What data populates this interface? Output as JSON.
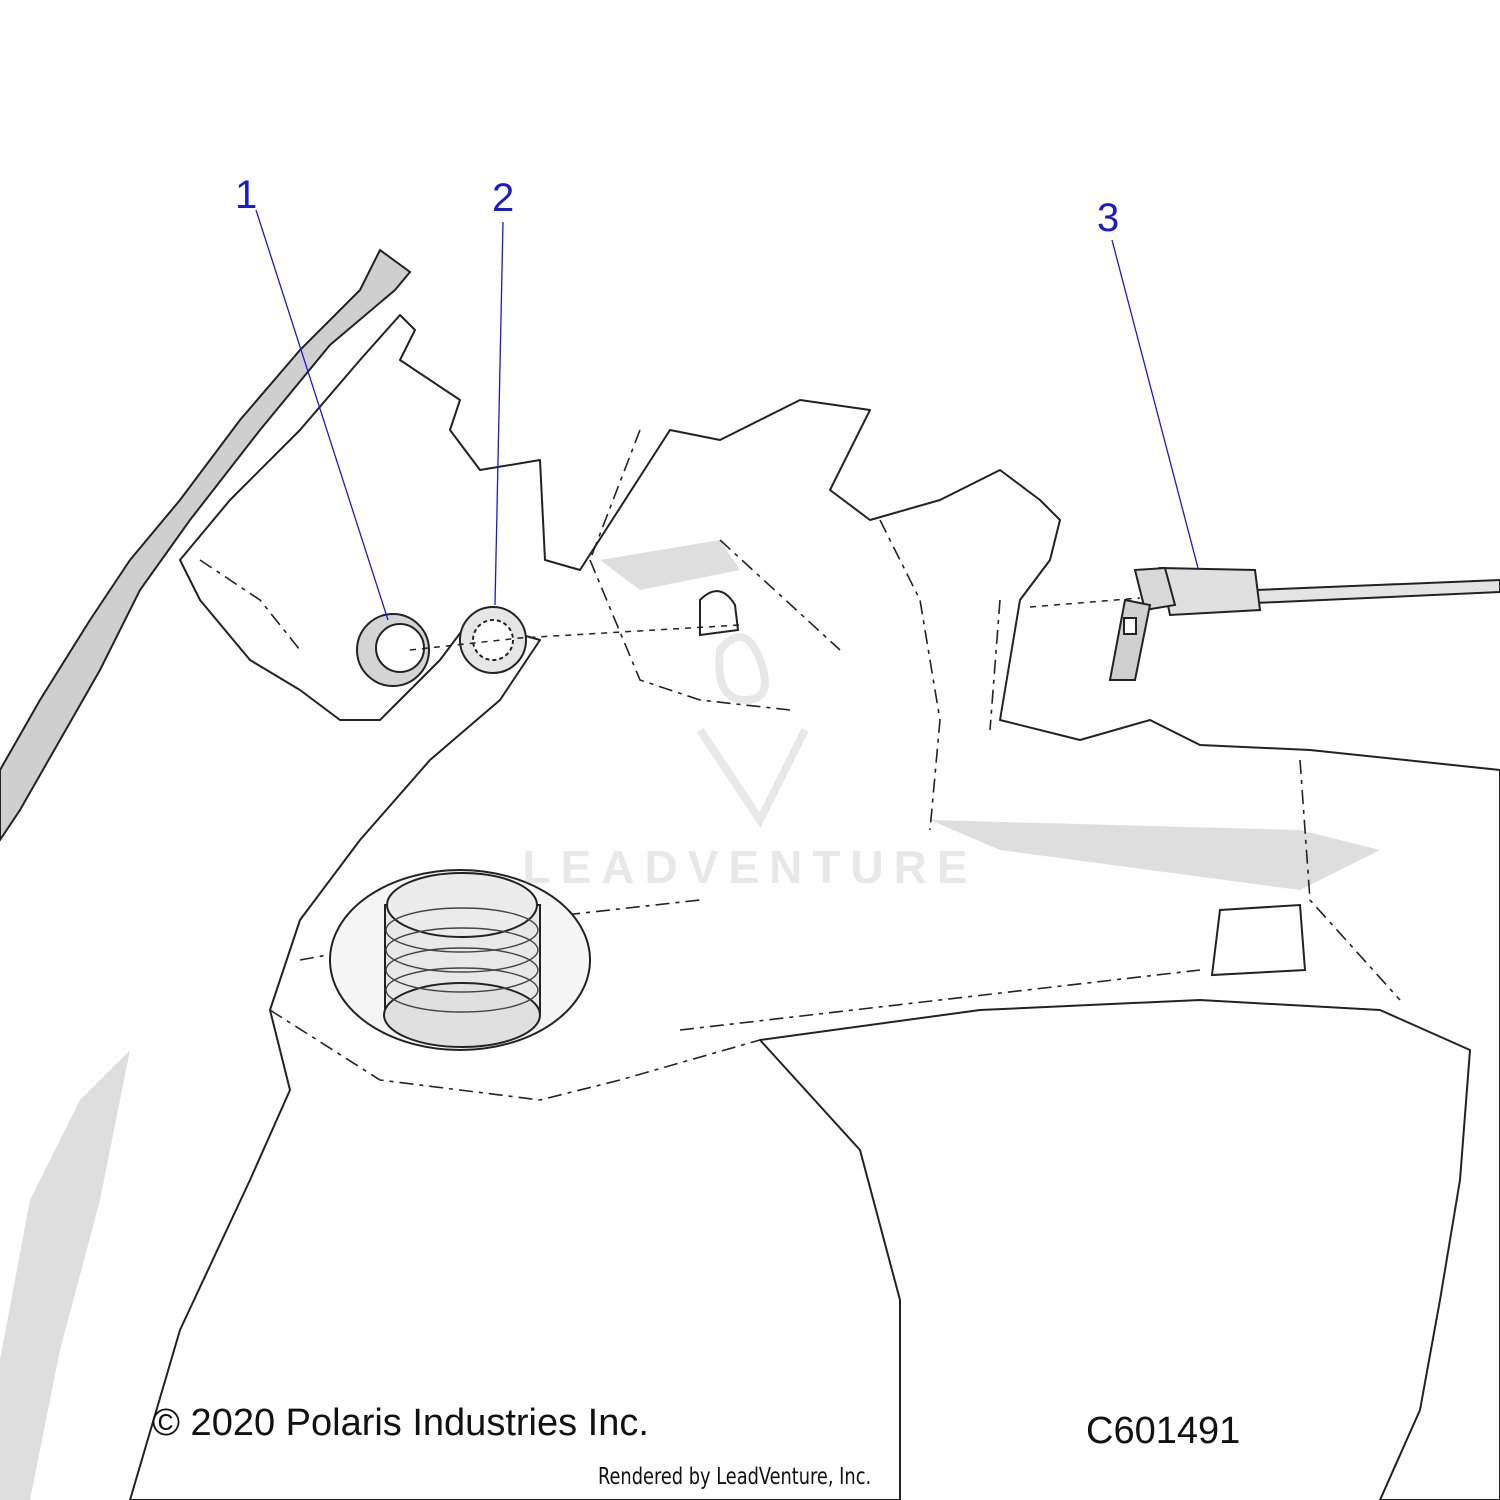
{
  "callouts": [
    {
      "label": "1"
    },
    {
      "label": "2"
    },
    {
      "label": "3"
    }
  ],
  "footer": {
    "copyright": "© 2020 Polaris Industries Inc.",
    "diagram_id": "C601491",
    "rendered_by": "Rendered by LeadVenture, Inc."
  },
  "watermark": {
    "text": "LEADVENTURE"
  },
  "colors": {
    "callout": "#1a1ad0",
    "line": "#222222",
    "shade": "#d6d6d6"
  }
}
